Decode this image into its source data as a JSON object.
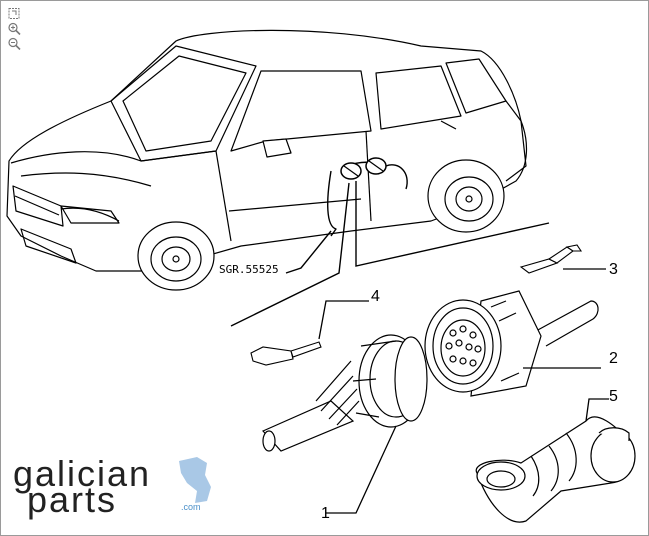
{
  "toolbar": {
    "items": [
      {
        "name": "fit-to-window-icon"
      },
      {
        "name": "zoom-in-icon"
      },
      {
        "name": "zoom-out-icon"
      }
    ]
  },
  "diagram": {
    "reference_code": "SGR.55525",
    "callouts": [
      {
        "number": "1",
        "part": "connector-plug"
      },
      {
        "number": "2",
        "part": "connector-socket"
      },
      {
        "number": "3",
        "part": "socket-terminal"
      },
      {
        "number": "4",
        "part": "plug-terminal"
      },
      {
        "number": "5",
        "part": "protective-boot"
      }
    ]
  },
  "logo": {
    "line1": "galician",
    "line2": "parts",
    "suffix": ".com",
    "accent_color": "#a9c8e6"
  }
}
